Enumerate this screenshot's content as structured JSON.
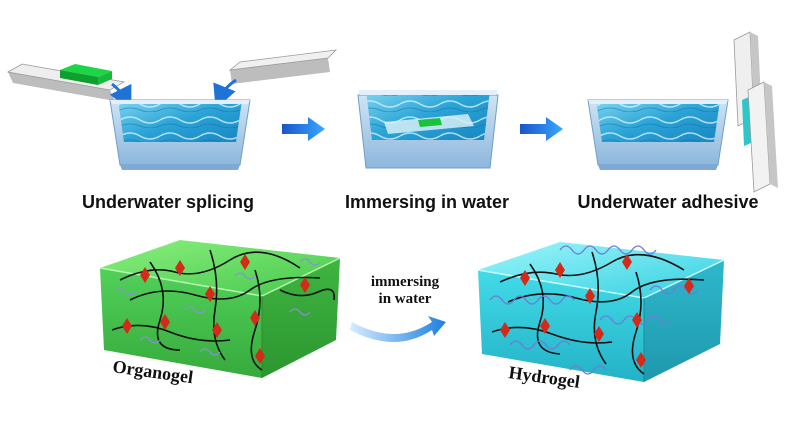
{
  "steps": [
    {
      "label": "Underwater splicing"
    },
    {
      "label": "Immersing in water"
    },
    {
      "label": "Underwater adhesive"
    }
  ],
  "bottom": {
    "left_label": "Organogel",
    "right_label": "Hydrogel",
    "arrow_line1": "immersing",
    "arrow_line2": "in water"
  },
  "colors": {
    "water": "#3fb3de",
    "tub": "#a8cce8",
    "strip": "#e6e6e6",
    "green_patch": "#19c43c",
    "arrow_blue": "#1a6fd8",
    "organogel": "#4fd25a",
    "hydrogel": "#34d6e3",
    "crosslink": "#d42a1a"
  }
}
